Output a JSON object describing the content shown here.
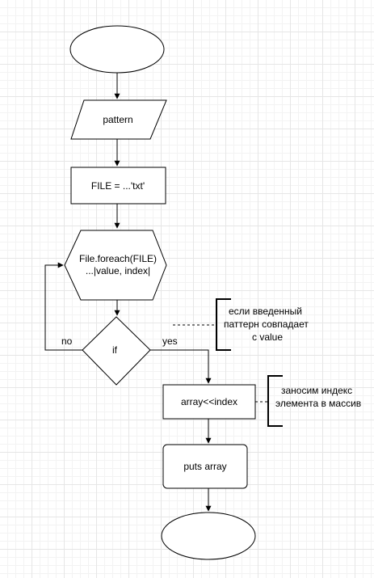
{
  "nodes": {
    "start": "",
    "pattern": "pattern",
    "file_assign": "FILE = ...'txt'",
    "loop_line1": "File.foreach(FILE)",
    "loop_line2": "...|value, index|",
    "condition": "if",
    "append": "array<<index",
    "output": "puts array",
    "end": ""
  },
  "edges": {
    "no_label": "no",
    "yes_label": "yes"
  },
  "annotations": {
    "condition_note": [
      "если введенный",
      "паттерн совпадает",
      "с value"
    ],
    "append_note": [
      "заносим индекс",
      "элемента в массив"
    ]
  }
}
